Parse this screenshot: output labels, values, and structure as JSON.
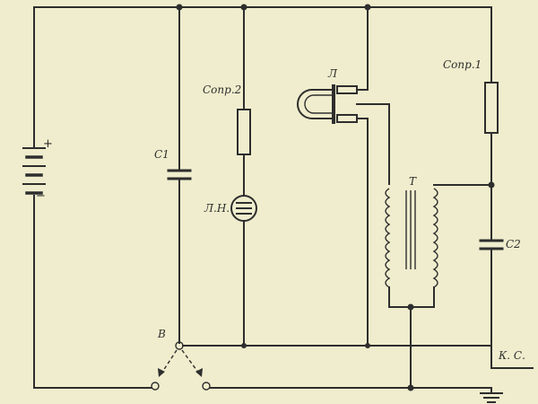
{
  "labels": {
    "battery_plus": "+",
    "battery_minus": "−",
    "c1": "C1",
    "sopr2": "Сопр.2",
    "lamp_neon": "Л.Н.",
    "lamp": "Л",
    "transformer": "Т",
    "sopr1": "Сопр.1",
    "c2": "C2",
    "switch": "В",
    "ks": "К. С."
  },
  "colors": {
    "background": "#efedcd",
    "ink": "#2e2e2e"
  }
}
